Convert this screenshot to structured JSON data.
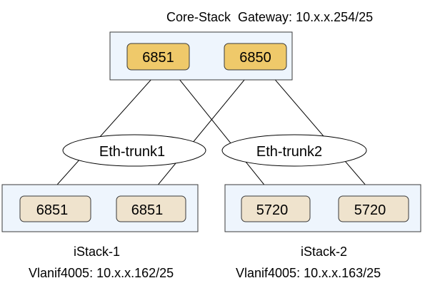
{
  "core": {
    "caption": "Core-Stack  Gateway: 10.x.x.254/25",
    "switches": [
      "6851",
      "6850"
    ]
  },
  "trunks": [
    "Eth-trunk1",
    "Eth-trunk2"
  ],
  "istack1": {
    "name": "iStack-1",
    "vlanif": "Vlanif4005: 10.x.x.162/25",
    "switches": [
      "6851",
      "6851"
    ]
  },
  "istack2": {
    "name": "iStack-2",
    "vlanif": "Vlanif4005: 10.x.x.163/25",
    "switches": [
      "5720",
      "5720"
    ]
  },
  "colors": {
    "stack_fill": "#eef5fd",
    "core_switch_fill": "#efc96a",
    "access_switch_fill": "#efe3cd"
  }
}
